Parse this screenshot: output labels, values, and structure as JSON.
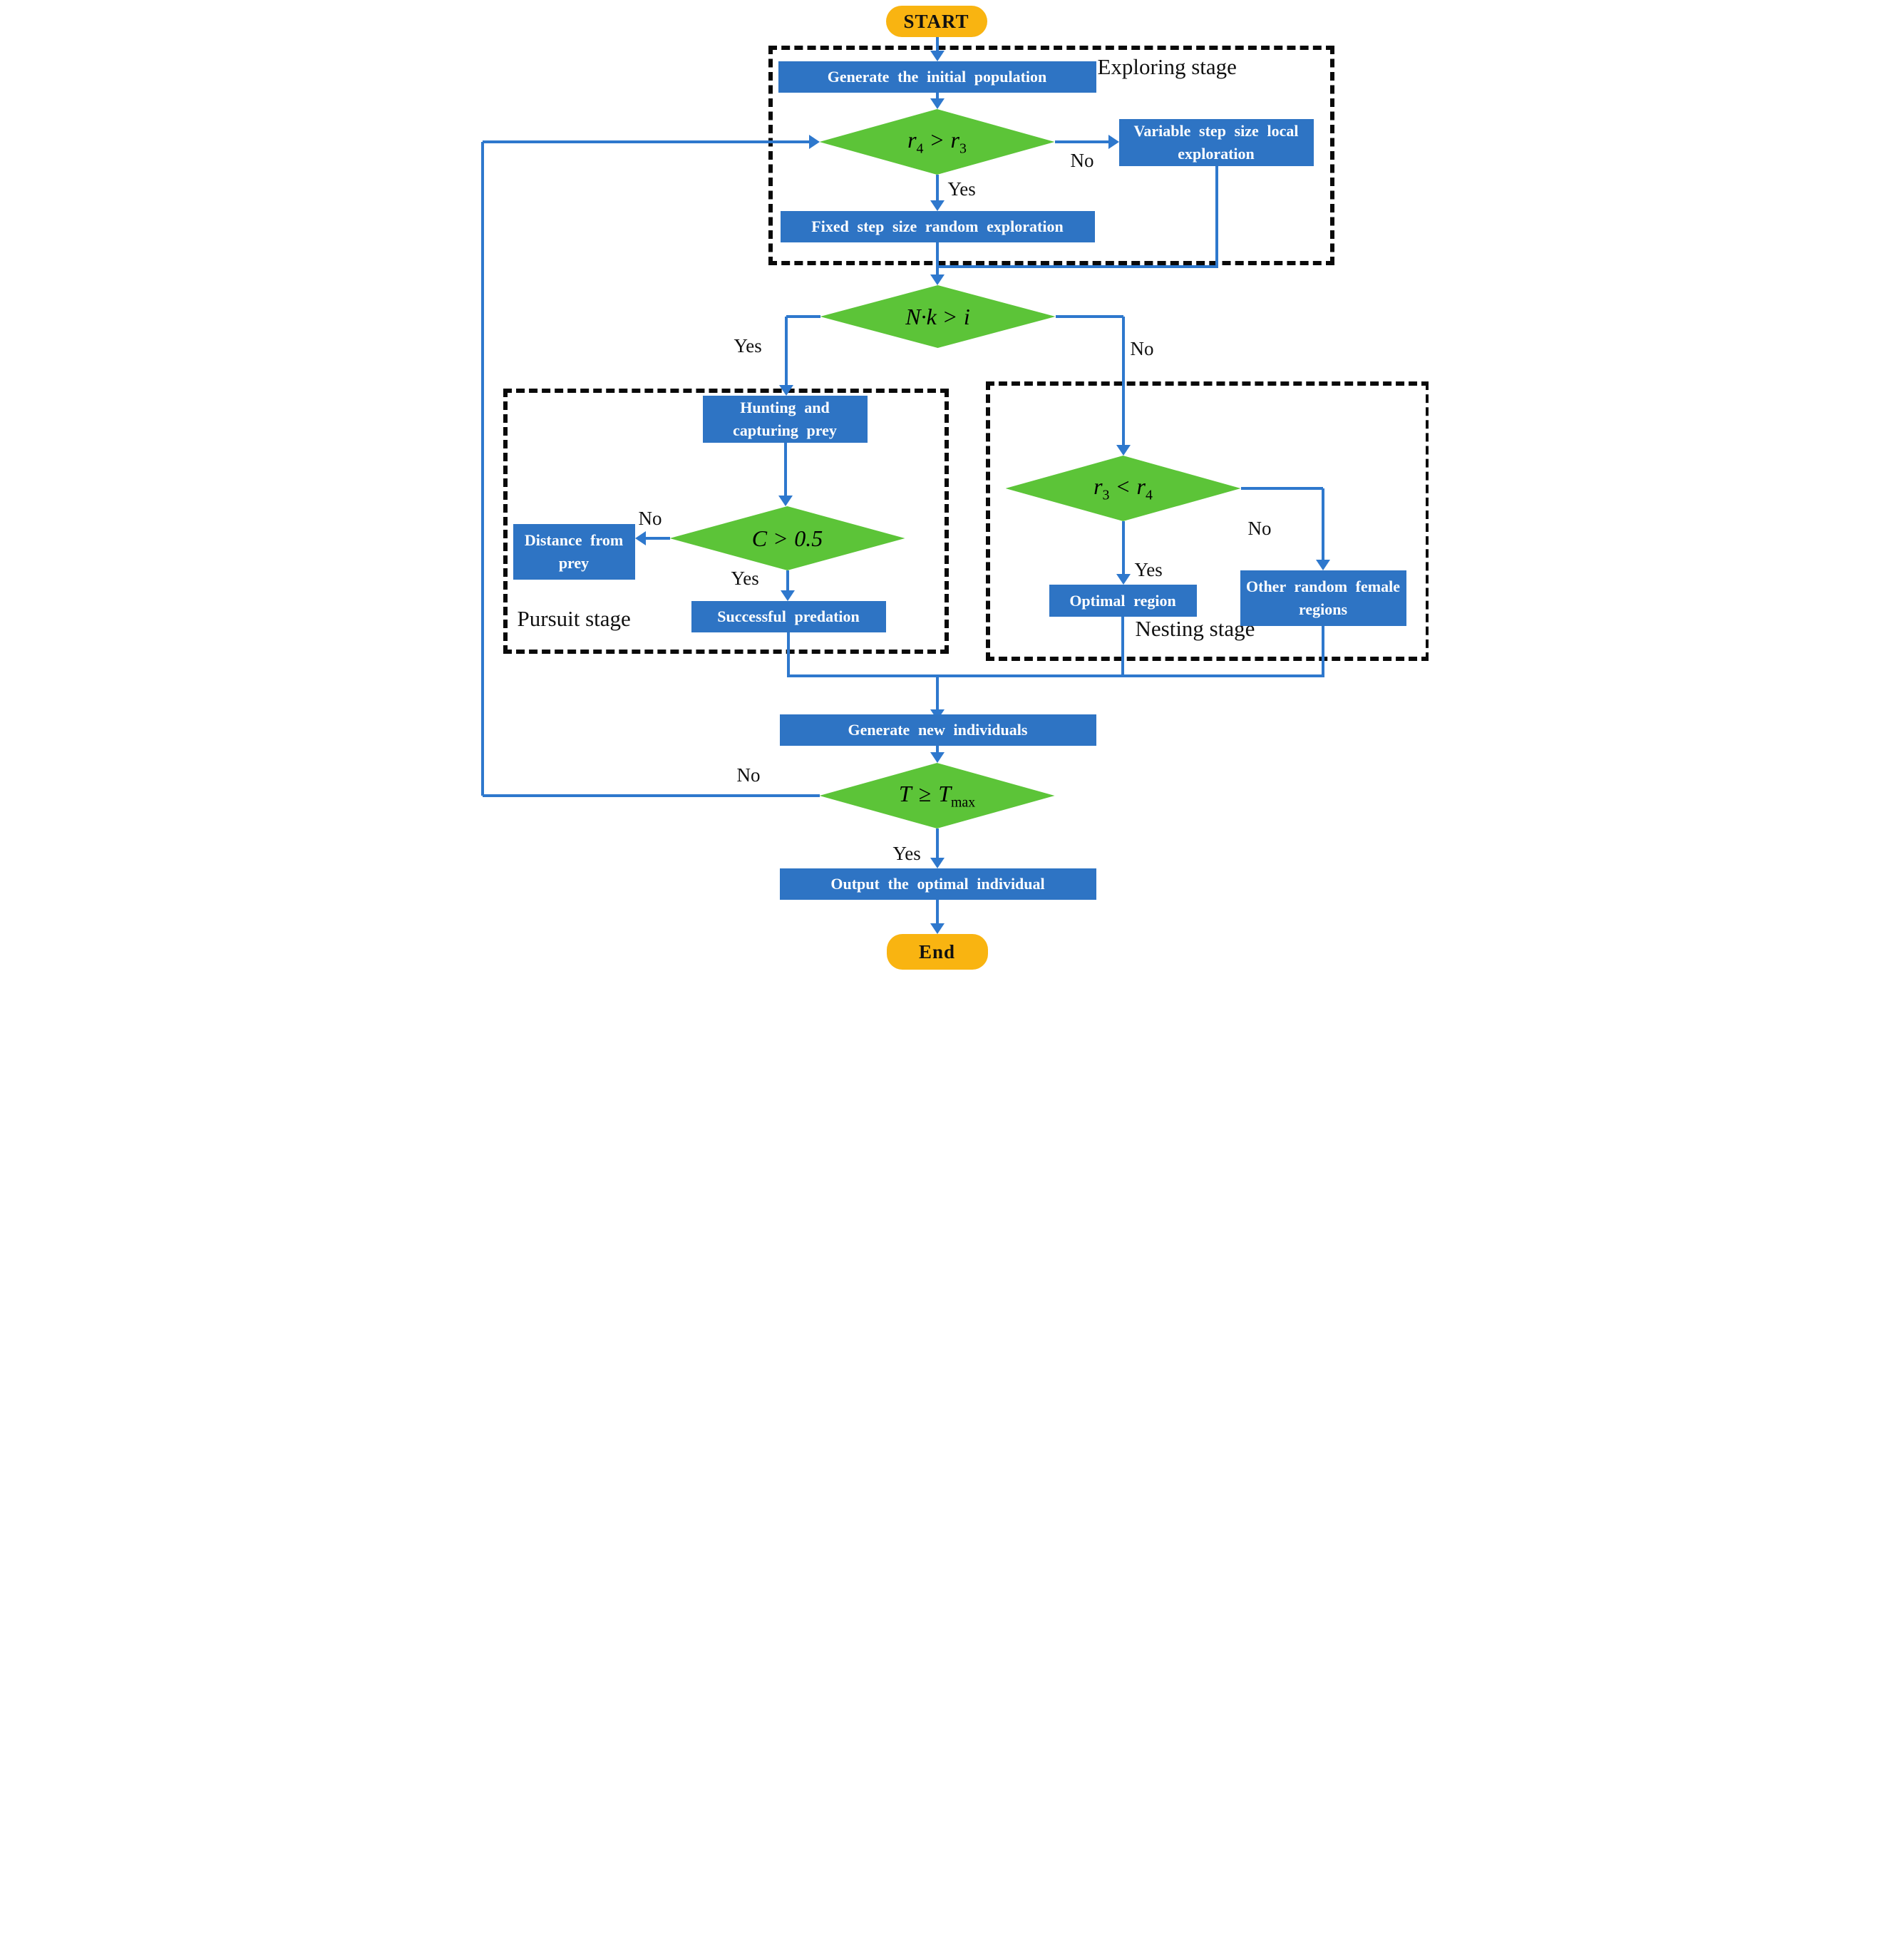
{
  "colors": {
    "box_blue": "#2e74c4",
    "diamond_green": "#5cc438",
    "terminal_orange": "#f9b411",
    "line_blue": "#2e78cd",
    "dash_black": "#0a0a0a"
  },
  "terminals": {
    "start": "START",
    "end": "End"
  },
  "stages": {
    "exploring": "Exploring stage",
    "pursuit": "Pursuit stage",
    "nesting": "Nesting stage"
  },
  "processes": {
    "generate_initial": "Generate the initial population",
    "variable_step": "Variable step size local exploration",
    "fixed_step": "Fixed step size random exploration",
    "hunting": "Hunting and capturing prey",
    "distance_prey": "Distance from prey",
    "successful_predation": "Successful predation",
    "optimal_region": "Optimal region",
    "other_random": "Other random female regions",
    "generate_new": "Generate new individuals",
    "output_optimal": "Output the optimal individual"
  },
  "decisions": {
    "r4_gt_r3": {
      "a": "r",
      "a_sub": "4",
      "op": ">",
      "b": "r",
      "b_sub": "3"
    },
    "nk_gt_i": {
      "a": "N·k",
      "op": ">",
      "b": "i"
    },
    "c_gt_05": {
      "a": "C",
      "op": ">",
      "b": "0.5"
    },
    "r3_lt_r4": {
      "a": "r",
      "a_sub": "3",
      "op": "<",
      "b": "r",
      "b_sub": "4"
    },
    "t_ge_tmax": {
      "a": "T",
      "op": "≥",
      "b": "T",
      "b_sub": "max"
    }
  },
  "labels": {
    "yes": "Yes",
    "no": "No"
  }
}
